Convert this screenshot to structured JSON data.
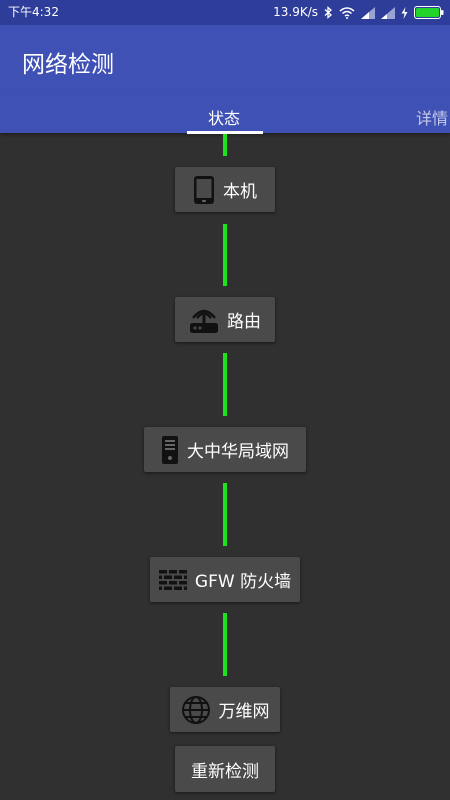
{
  "status_bar": {
    "time": "下午4:32",
    "network_speed": "13.9K/s"
  },
  "app_bar": {
    "title": "网络检测"
  },
  "tabs": [
    {
      "label": "状态",
      "active": true
    },
    {
      "label": "详情",
      "active": false
    }
  ],
  "nodes": [
    {
      "label": "本机",
      "icon": "phone-icon"
    },
    {
      "label": "路由",
      "icon": "router-icon"
    },
    {
      "label": "大中华局域网",
      "icon": "server-icon"
    },
    {
      "label": "GFW 防火墙",
      "icon": "brick-wall-icon"
    },
    {
      "label": "万维网",
      "icon": "globe-icon"
    }
  ],
  "retest_button": {
    "label": "重新检测"
  },
  "colors": {
    "status_bar": "#2f3d9a",
    "app_bar": "#3f51b5",
    "background": "#303030",
    "link_ok": "#1ee21e",
    "node_bg": "#4a4a4a"
  }
}
